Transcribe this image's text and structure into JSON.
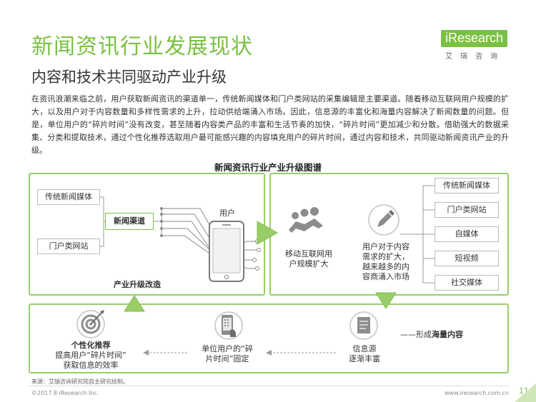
{
  "header": {
    "title": "新闻资讯行业发展现状",
    "subtitle": "内容和技术共同驱动产业升级"
  },
  "logo": {
    "main": "iResearch",
    "sub": "艾瑞咨询"
  },
  "intro": "在资讯浪潮来临之前，用户获取新闻资讯的渠道单一，传统新闻媒体和门户类网站的采集编辑是主要渠道。随着移动互联网用户规模的扩大，以及用户对于内容数量和多样性需求的上升，拉动供给端涌入市场。因此，信息源的丰富化和海量内容解决了新闻数量的问题。但是，单位用户的“碎片时间”没有改变，甚至随着内容类产品的丰富和生活节奏的加快，“碎片时间”更加减少和分散。借助强大的数据采集、分类和提取技术，通过个性化推荐选取用户最可能感兴趣的内容填充用户的碎片时间，通过内容和技术，共同驱动新闻资讯产业的升级。",
  "diagram": {
    "title": "新闻资讯行业产业升级图谱",
    "left": {
      "traditional_media": "传统新闻媒体",
      "portal": "门户类网站",
      "channel": "新闻渠道",
      "user": "用户",
      "caption": "产业升级改造"
    },
    "right": {
      "mobile_growth": [
        "移动互联网用",
        "户规模扩大"
      ],
      "demand_growth": [
        "用户对于内容",
        "需求的扩大，",
        "越来越多的内",
        "容商涌入市场"
      ],
      "media_list": [
        "传统新闻媒体",
        "门户类网站",
        "自媒体",
        "短视频",
        "社交媒体"
      ]
    },
    "bottom": {
      "massive_prefix": "——形成",
      "massive_bold": "海量内容",
      "info_source": [
        "信息源",
        "逐渐丰富"
      ],
      "fragment_time": [
        "单位用户的“碎",
        "片时间”固定"
      ],
      "personalized_title": "个性化推荐",
      "personalized_desc": [
        "提高用户“碎片时间”",
        "获取信息的效率"
      ]
    }
  },
  "footer": {
    "source": "来源：艾瑞咨询研究院自主研究绘制。",
    "copyright": "©2017.8 iResearch Inc.",
    "website": "www.iresearch.com.cn",
    "page": "11"
  },
  "colors": {
    "accent_green": "#7ac143",
    "panel_border": "#9acd6a",
    "icon_gray": "#8c8c8c"
  }
}
